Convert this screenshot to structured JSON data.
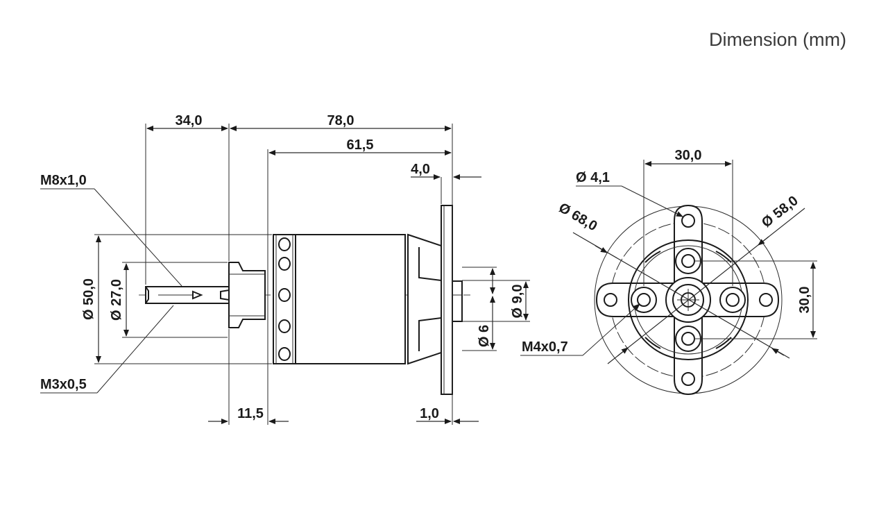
{
  "title": "Dimension (mm)",
  "side_view": {
    "length_shaft": "34,0",
    "length_total": "78,0",
    "length_body": "61,5",
    "mount_thickness": "4,0",
    "thread_shaft": "M8x1,0",
    "thread_tip": "M3x0,5",
    "dia_body": "Ø 50,0",
    "dia_collet": "Ø 27,0",
    "dia_rear_boss": "Ø 9,0",
    "dia_rear_shaft": "Ø 6",
    "collet_length": "11,5",
    "rear_offset": "1,0"
  },
  "front_view": {
    "hole_spacing_h": "30,0",
    "hole_spacing_v": "30,0",
    "hole_dia": "Ø 4,1",
    "outer_dia": "Ø 68,0",
    "bolt_circle": "Ø 58,0",
    "mount_thread": "M4x0,7"
  }
}
